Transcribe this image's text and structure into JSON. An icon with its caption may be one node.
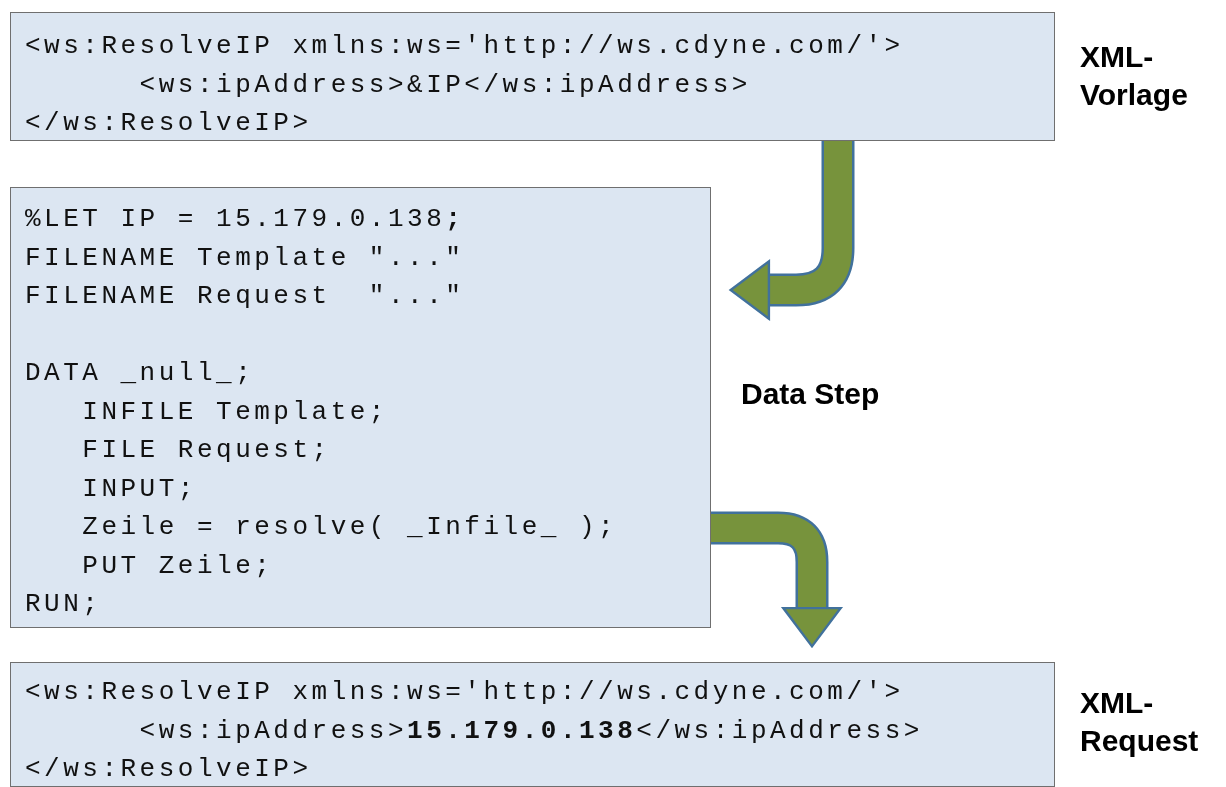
{
  "diagram": {
    "nodes": [
      {
        "text": [
          "<ws:ResolveIP xmlns:ws='http://ws.cdyne.com/'>",
          "      <ws:ipAddress>&IP</ws:ipAddress>",
          "</ws:ResolveIP>"
        ],
        "beside": [
          "XML-Vorlage"
        ]
      },
      {
        "text": [
          "%LET IP = 15.179.0.138**;**",
          "FILENAME Template \"...\"",
          "FILENAME Request  \"...\"",
          "DATA _null_;",
          "   INFILE Template;",
          "   FILE Request;",
          "   INPUT;",
          "   Zeile = resolve( _Infile_ );",
          "   PUT Zeile;",
          "RUN;"
        ],
        "beside": [
          "Data Step"
        ]
      },
      {
        "text": [
          "<ws:ResolveIP xmlns:ws='http://ws.cdyne.com/'>",
          "      <ws:ipAddress>**15.179.0.138**</ws:ipAddress>",
          "</ws:ResolveIP>"
        ],
        "beside": [
          "XML-Request"
        ]
      }
    ],
    "edges": [
      {
        "from": 0,
        "to": 1,
        "arrow": "to"
      },
      {
        "from": 1,
        "to": 2,
        "arrow": "to"
      }
    ]
  }
}
